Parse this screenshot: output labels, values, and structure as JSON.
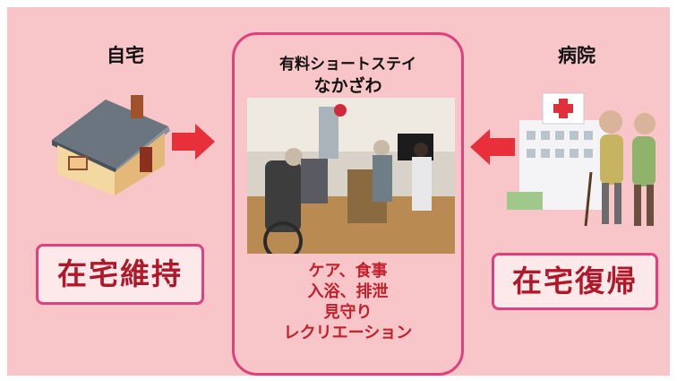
{
  "home": {
    "title": "自宅",
    "status": "在宅維持"
  },
  "center": {
    "title_line1": "有料ショートステイ",
    "title_line2": "なかざわ",
    "services": [
      "ケア、食事",
      "入浴、排泄",
      "見守り",
      "レクリエーション"
    ]
  },
  "hospital": {
    "title": "病院",
    "status": "在宅復帰"
  },
  "colors": {
    "background": "#f8c5c8",
    "accent_border": "#e0407e",
    "service_text": "#c2202a",
    "arrow": "#e8303a"
  },
  "icons": [
    "house-illustration",
    "photo-care-room",
    "hospital-illustration",
    "arrow-right-icon",
    "arrow-left-icon"
  ]
}
